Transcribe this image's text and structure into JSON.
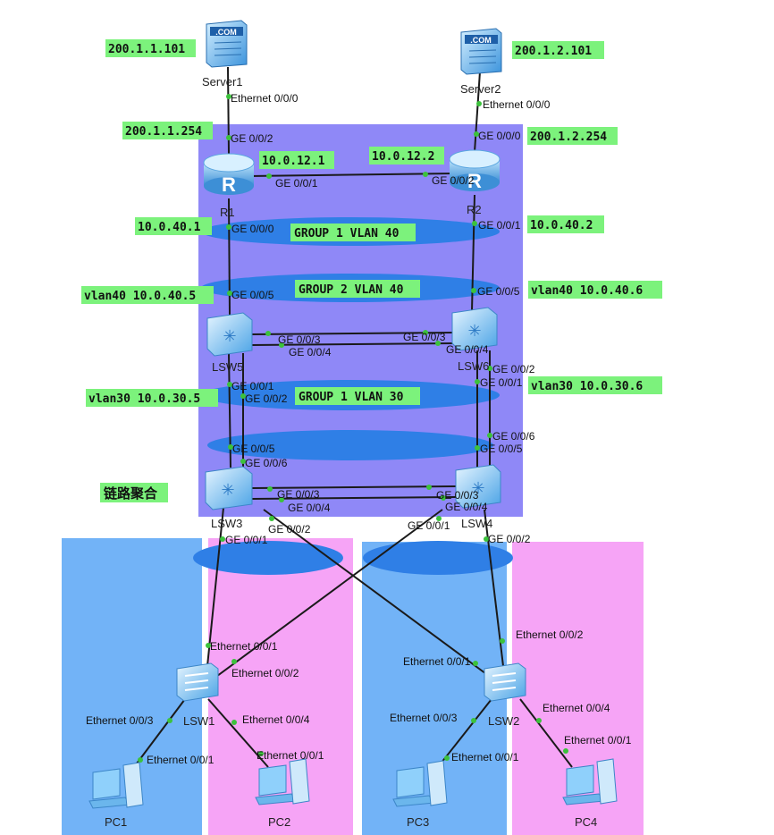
{
  "ips": {
    "server1": "200.1.1.101",
    "server2": "200.1.2.101",
    "r1_wan": "200.1.1.254",
    "r2_wan": "200.1.2.254",
    "r1_link": "10.0.12.1",
    "r2_link": "10.0.12.2",
    "r1_lan": "10.0.40.1",
    "r2_lan": "10.0.40.2",
    "lsw5_v40": "vlan40 10.0.40.5",
    "lsw6_v40": "vlan40 10.0.40.6",
    "lsw5_v30": "vlan30 10.0.30.5",
    "lsw6_v30": "vlan30 10.0.30.6"
  },
  "groups": {
    "g1v40": "GROUP 1 VLAN 40",
    "g2v40": "GROUP 2 VLAN 40",
    "g1v30": "GROUP 1 VLAN 30"
  },
  "link_aggregation": "链路聚合",
  "devices": {
    "server1": "Server1",
    "server2": "Server2",
    "r1": "R1",
    "r2": "R2",
    "lsw5": "LSW5",
    "lsw6": "LSW6",
    "lsw3": "LSW3",
    "lsw4": "LSW4",
    "lsw1": "LSW1",
    "lsw2": "LSW2",
    "pc1": "PC1",
    "pc2": "PC2",
    "pc3": "PC3",
    "pc4": "PC4",
    "server_logo": ".COM"
  },
  "ports": {
    "s1_e000": "Ethernet 0/0/0",
    "s2_e000": "Ethernet 0/0/0",
    "r1_ge002": "GE 0/0/2",
    "r2_ge000": "GE 0/0/0",
    "r1_ge001": "GE 0/0/1",
    "r2_ge002": "GE 0/0/2",
    "r1_ge000": "GE 0/0/0",
    "r2_ge001": "GE 0/0/1",
    "lsw5_ge005": "GE 0/0/5",
    "lsw6_ge005": "GE 0/0/5",
    "lsw5_ge003": "GE 0/0/3",
    "lsw5_ge004": "GE 0/0/4",
    "lsw6_ge003": "GE 0/0/3",
    "lsw6_ge004": "GE 0/0/4",
    "lsw6_ge002": "GE 0/0/2",
    "lsw6_ge001": "GE 0/0/1",
    "lsw5_ge001": "GE 0/0/1",
    "lsw5_ge002": "GE 0/0/2",
    "lsw6_ge006": "GE 0/0/6",
    "lsw6_ge005b": "GE 0/0/5",
    "lsw3_ge005": "GE 0/0/5",
    "lsw3_ge006": "GE 0/0/6",
    "lsw3_ge003": "GE 0/0/3",
    "lsw3_ge004": "GE 0/0/4",
    "lsw4_ge003": "GE 0/0/3",
    "lsw4_ge004": "GE 0/0/4",
    "lsw3_ge002": "GE 0/0/2",
    "lsw3_ge001": "GE 0/0/1",
    "lsw4_ge001": "GE 0/0/1",
    "lsw4_ge002": "GE 0/0/2",
    "lsw1_e001": "Ethernet 0/0/1",
    "lsw1_e002": "Ethernet 0/0/2",
    "lsw1_e003": "Ethernet 0/0/3",
    "lsw1_e004": "Ethernet 0/0/4",
    "pc1_e001": "Ethernet 0/0/1",
    "pc2_e001": "Ethernet 0/0/1",
    "lsw2_e002": "Ethernet 0/0/2",
    "lsw2_e001": "Ethernet 0/0/1",
    "lsw2_e003": "Ethernet 0/0/3",
    "lsw2_e004": "Ethernet 0/0/4",
    "pc3_e001": "Ethernet 0/0/1",
    "pc4_e001": "Ethernet 0/0/1"
  },
  "colors": {
    "core_area": "#8f88f7",
    "vlan_blue": "#72b3f7",
    "vlan_pink": "#f6a4f6",
    "ellipse": "#2f7fe6",
    "tag_green": "#7cf27c",
    "port_dot": "#3cc23c"
  }
}
